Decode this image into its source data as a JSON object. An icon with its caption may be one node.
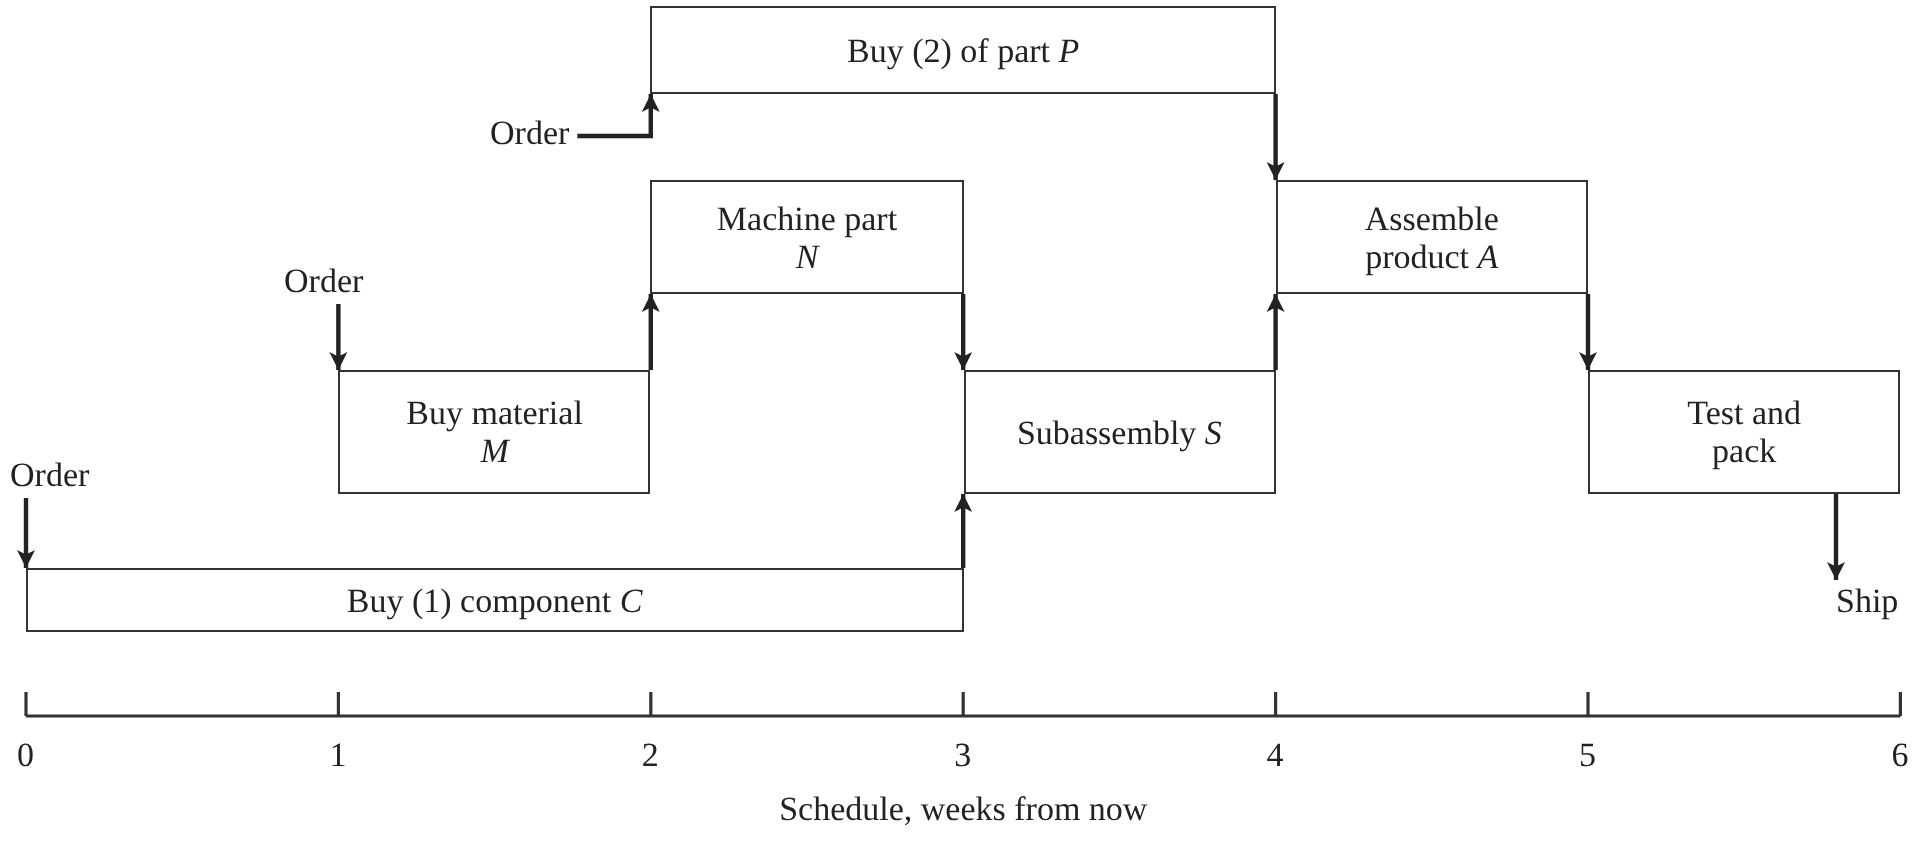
{
  "diagram": {
    "nodes": [
      {
        "text": [
          "Buy (2) of part *P*"
        ]
      },
      {
        "text": [
          "Order"
        ]
      },
      {
        "text": [
          "Order"
        ]
      },
      {
        "text": [
          "Machine part *N*"
        ]
      },
      {
        "text": [
          "Assemble product *A*"
        ]
      },
      {
        "text": [
          "Buy material *M*"
        ]
      },
      {
        "text": [
          "Subassembly *S*"
        ]
      },
      {
        "text": [
          "Test and pack"
        ]
      },
      {
        "text": [
          "Order"
        ]
      },
      {
        "text": [
          "Buy (1) component *C*"
        ]
      },
      {
        "text": [
          "Ship"
        ]
      }
    ],
    "edges": [
      {
        "from": 1,
        "to": 0,
        "arrow": "to"
      },
      {
        "from": 2,
        "to": 5,
        "arrow": "to"
      },
      {
        "from": 5,
        "to": 3,
        "arrow": "to"
      },
      {
        "from": 3,
        "to": 6,
        "arrow": "to"
      },
      {
        "from": 9,
        "to": 6,
        "arrow": "to"
      },
      {
        "from": 6,
        "to": 4,
        "arrow": "to"
      },
      {
        "from": 0,
        "to": 4,
        "arrow": "to"
      },
      {
        "from": 4,
        "to": 7,
        "arrow": "to"
      },
      {
        "from": 7,
        "to": 10,
        "arrow": "to"
      },
      {
        "from": 8,
        "to": 9,
        "arrow": "to"
      }
    ],
    "labels": [
      "0",
      "1",
      "2",
      "3",
      "4",
      "5",
      "6",
      "Schedule, weeks from now"
    ]
  }
}
